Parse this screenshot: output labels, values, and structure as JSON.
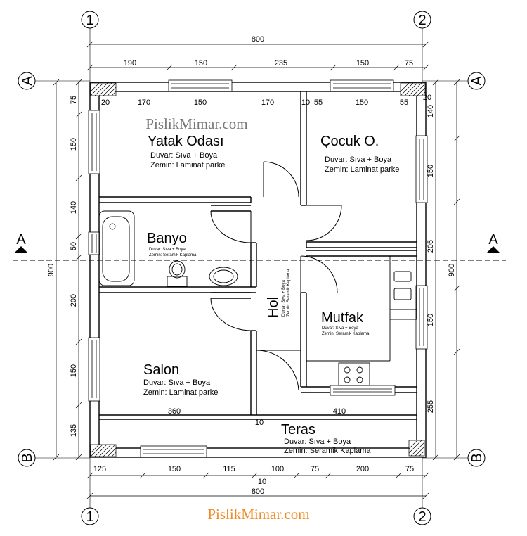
{
  "grid_labels": {
    "col_left": "1",
    "col_right": "2",
    "row_top": "A",
    "row_bottom": "B",
    "section": "A"
  },
  "watermark_top": "PislikMimar.com",
  "watermark_bottom": "PislikMimar.com",
  "dims": {
    "top_total": "800",
    "top_segments": [
      "190",
      "150",
      "235",
      "150",
      "75"
    ],
    "inner_top": [
      "20",
      "170",
      "150",
      "170",
      "10",
      "55",
      "150",
      "55",
      "20"
    ],
    "left_total": "900",
    "left_segments": [
      "75",
      "150",
      "140",
      "50",
      "200",
      "150",
      "135"
    ],
    "right_total": "900",
    "right_segments": [
      "140",
      "150",
      "205",
      "150",
      "255"
    ],
    "bottom_segments": [
      "125",
      "150",
      "115",
      "100",
      "75",
      "200",
      "75"
    ],
    "bottom_total": "800",
    "bottom_sub": "10",
    "salon_width": "360",
    "teras_width": "410",
    "wall_thickness": "10"
  },
  "rooms": {
    "yatak": {
      "name": "Yatak Odası",
      "wall": "Duvar: Sıva + Boya",
      "floor": "Zemin: Laminat parke"
    },
    "cocuk": {
      "name": "Çocuk O.",
      "wall": "Duvar: Sıva + Boya",
      "floor": "Zemin: Laminat parke"
    },
    "banyo": {
      "name": "Banyo",
      "wall": "Duvar: Sıva + Boya",
      "floor": "Zemin: Seramik Kaplama"
    },
    "hol": {
      "name": "Hol",
      "wall": "Duvar: Sıva + Boya",
      "floor": "Zemin: Seramik Kaplama"
    },
    "mutfak": {
      "name": "Mutfak",
      "wall": "Duvar: Sıva + Boya",
      "floor": "Zemin: Seramik Kaplama"
    },
    "salon": {
      "name": "Salon",
      "wall": "Duvar: Sıva + Boya",
      "floor": "Zemin: Laminat parke"
    },
    "teras": {
      "name": "Teras",
      "wall": "Duvar: Sıva + Boya",
      "floor": "Zemin: Seramik Kaplama"
    }
  },
  "colors": {
    "line": "#000000",
    "watermark_top": "#777777",
    "watermark_bottom": "#f08a24"
  }
}
